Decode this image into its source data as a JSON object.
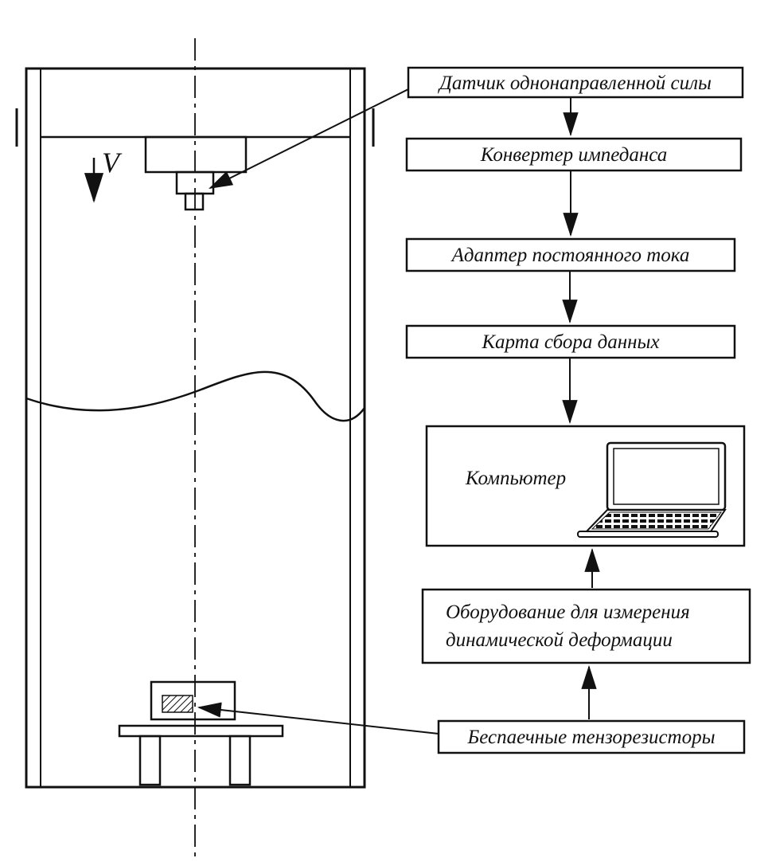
{
  "machine": {
    "velocity_label": "V"
  },
  "flowchart": {
    "force_sensor": "Датчик однонаправленной силы",
    "impedance_converter": "Конвертер импеданса",
    "dc_adapter": "Адаптер постоянного тока",
    "daq_card": "Карта сбора данных",
    "computer": "Компьютер",
    "strain_equipment_line1": "Оборудование для измерения",
    "strain_equipment_line2": "динамической деформации",
    "strain_gauges": "Беспаечные тензорезисторы"
  },
  "colors": {
    "line": "#111111",
    "background": "#ffffff"
  }
}
